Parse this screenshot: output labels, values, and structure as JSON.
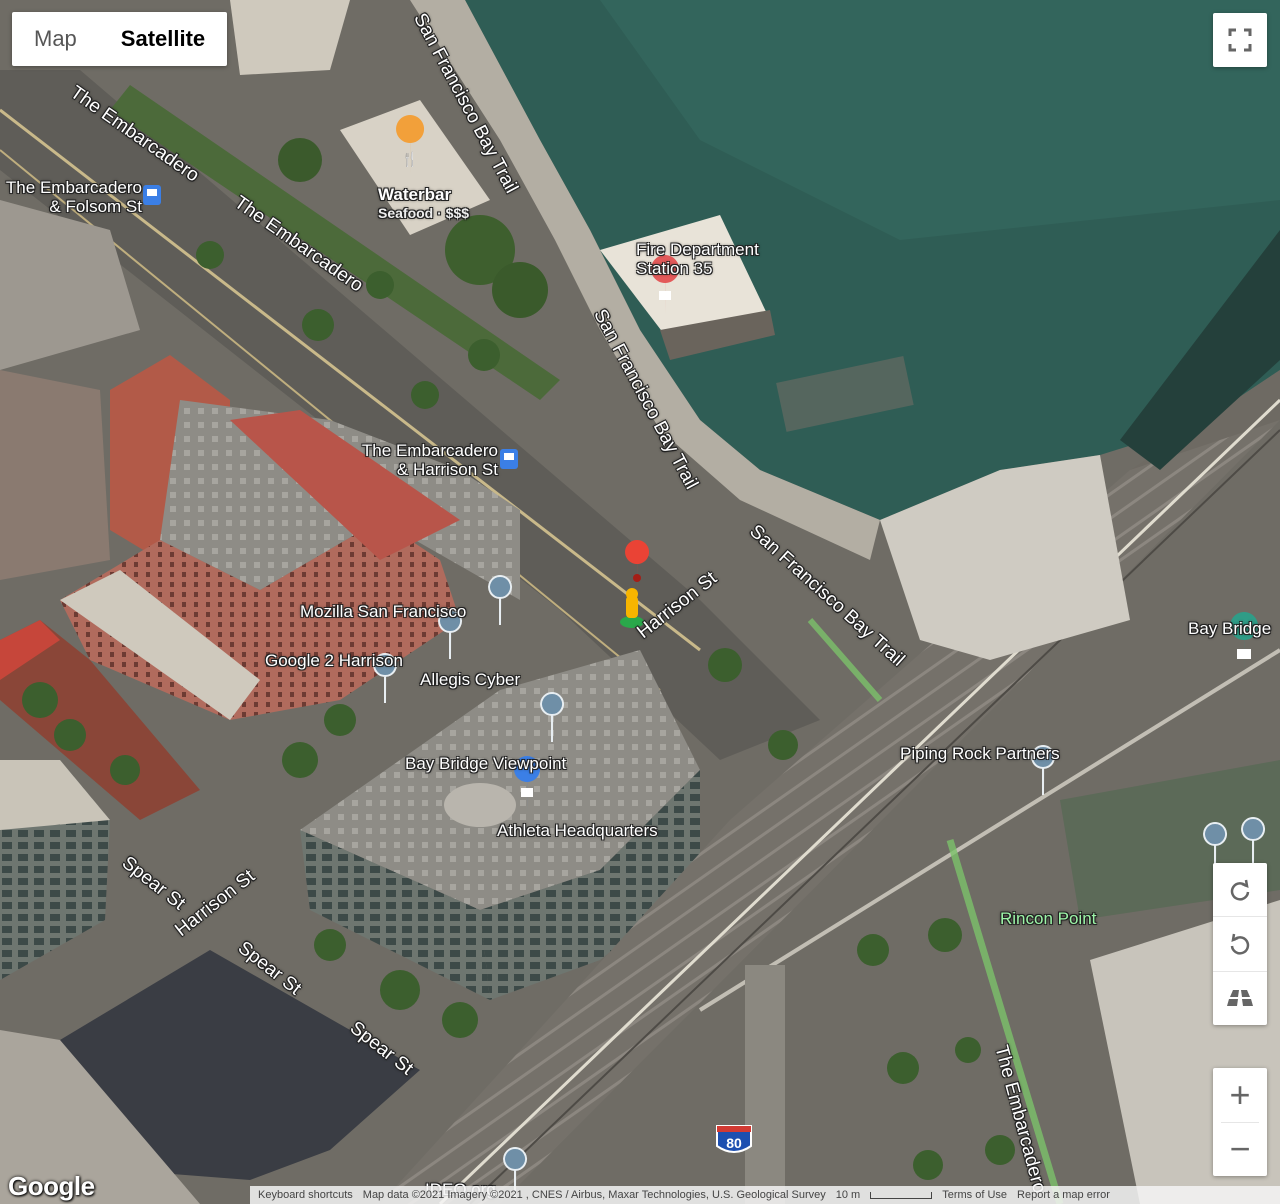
{
  "map_type": {
    "options": [
      "Map",
      "Satellite"
    ],
    "selected": "Satellite"
  },
  "controls": {
    "zoom_in": "+",
    "zoom_out": "−"
  },
  "places": {
    "waterbar_name": "Waterbar",
    "waterbar_sub": "Seafood · $$$",
    "fire_station": "Fire Department Station 35",
    "tram_folsom": "The Embarcadero & Folsom St",
    "tram_harrison": "The Embarcadero & Harrison St",
    "mozilla": "Mozilla San Francisco",
    "google2": "Google 2 Harrison",
    "allegis": "Allegis Cyber",
    "viewpoint": "Bay Bridge Viewpoint",
    "athleta": "Athleta Headquarters",
    "bay_bridge": "Bay Bridge",
    "piping_rock": "Piping Rock Partners",
    "rincon": "Rincon Point",
    "ideo": "IDEO.org"
  },
  "streets": {
    "embarcadero": "The Embarcadero",
    "bay_trail": "San Francisco Bay Trail",
    "harrison": "Harrison St",
    "spear": "Spear St"
  },
  "highway": "80",
  "footer": {
    "shortcuts": "Keyboard shortcuts",
    "data": "Map data ©2021 Imagery ©2021 , CNES / Airbus, Maxar Technologies, U.S. Geological Survey",
    "scale": "10 m",
    "terms": "Terms of Use",
    "report": "Report a map error"
  },
  "brand": "Google"
}
